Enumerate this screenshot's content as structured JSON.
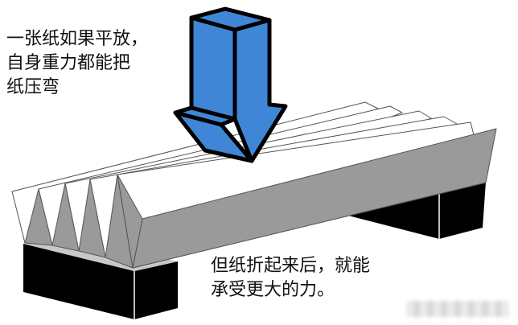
{
  "caption_flat": [
    "一张纸如果平放，",
    "自身重力都能把",
    "纸压弯"
  ],
  "caption_folded": [
    "但纸折起来后，就能",
    "承受更大的力。"
  ],
  "colors": {
    "arrow": "#3f87d6",
    "paper": "#ffffff",
    "paper_shade": "#9a9a9a",
    "support": "#000000"
  }
}
